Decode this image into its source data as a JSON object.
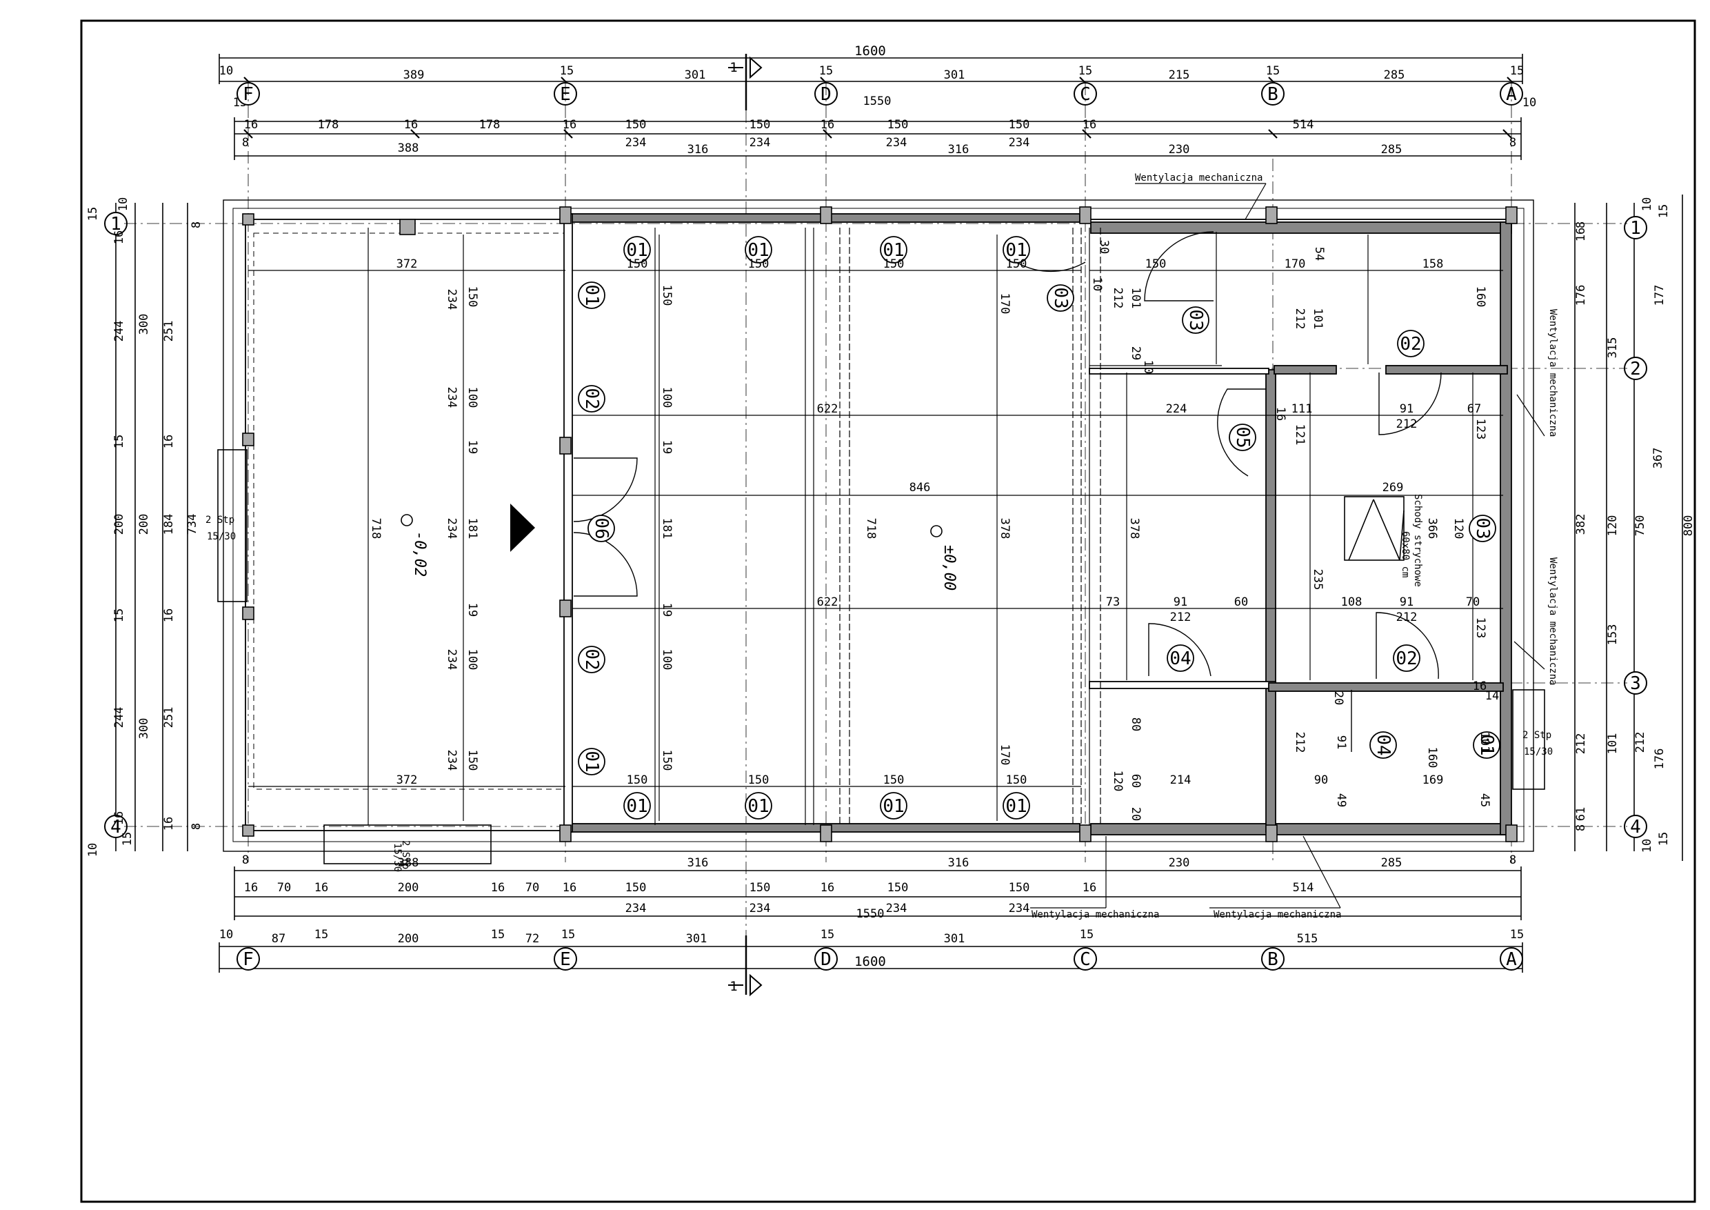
{
  "axes": {
    "letters": [
      "F",
      "E",
      "D",
      "C",
      "B",
      "A"
    ],
    "numbers": [
      "1",
      "2",
      "3",
      "4"
    ]
  },
  "section_marker": "1",
  "top_dims": {
    "overall": "1600",
    "axis_row": [
      "10",
      "389",
      "15",
      "301",
      "15",
      "301",
      "15",
      "215",
      "15",
      "285",
      "15"
    ],
    "edge_small": [
      "15",
      "10"
    ],
    "mid": "1550",
    "row_a": [
      "16",
      "178",
      "16",
      "178",
      "16",
      "150",
      "150",
      "16",
      "150",
      "150",
      "16",
      "514"
    ],
    "row_b": [
      "8",
      "388",
      "234",
      "316",
      "234",
      "234",
      "316",
      "234",
      "230",
      "285",
      "8"
    ]
  },
  "bottom_dims": {
    "row_a": [
      "8",
      "388",
      "316",
      "316",
      "230",
      "285",
      "8"
    ],
    "row_b": [
      "16",
      "70",
      "16",
      "200",
      "16",
      "70",
      "16",
      "150",
      "150",
      "16",
      "150",
      "150",
      "16",
      "514"
    ],
    "row_c": [
      "234",
      "234",
      "234",
      "234"
    ],
    "mid": "1550",
    "axis_row": [
      "10",
      "87",
      "15",
      "200",
      "15",
      "72",
      "15",
      "301",
      "15",
      "301",
      "15",
      "515",
      "15"
    ],
    "overall": "1600"
  },
  "left_dims": {
    "row_a": [
      "10",
      "15",
      "16",
      "244",
      "15",
      "200",
      "15",
      "244",
      "16",
      "15",
      "10"
    ],
    "row_b": [
      "300",
      "200",
      "300"
    ],
    "row_c": [
      "8",
      "251",
      "16",
      "184",
      "16",
      "251",
      "16",
      "8"
    ],
    "total": "734"
  },
  "right_dims": {
    "row_a": [
      "8",
      "16",
      "176",
      "382",
      "212",
      "61",
      "8"
    ],
    "row_b": [
      "315",
      "120",
      "153",
      "101"
    ],
    "row_c": [
      "10",
      "15",
      "177",
      "750",
      "176",
      "15",
      "10"
    ],
    "row_d": [
      "367",
      "212"
    ],
    "total": "800"
  },
  "doors": [
    "01",
    "02",
    "03",
    "04",
    "05",
    "06"
  ],
  "room_dims": {
    "left_hall": [
      "372",
      "234",
      "150",
      "234",
      "100",
      "19",
      "234",
      "181",
      "19",
      "234",
      "100",
      "234",
      "150",
      "372",
      "718"
    ],
    "bays": [
      "150",
      "150",
      "100",
      "19",
      "181",
      "19",
      "100",
      "150",
      "150",
      "622",
      "622",
      "846",
      "718",
      "378",
      "170",
      "170",
      "150",
      "150"
    ],
    "rooms": [
      "30",
      "150",
      "212",
      "101",
      "29",
      "10",
      "170",
      "54",
      "212",
      "101",
      "158",
      "160",
      "224",
      "111",
      "91",
      "67",
      "212",
      "121",
      "123",
      "269",
      "366",
      "120",
      "378",
      "235",
      "73",
      "91",
      "60",
      "108",
      "91",
      "70",
      "212",
      "212",
      "123",
      "80",
      "120",
      "60",
      "20",
      "214",
      "20",
      "212",
      "91",
      "160",
      "90",
      "49",
      "169",
      "101",
      "45",
      "16",
      "14",
      "10",
      "16"
    ]
  },
  "levels": [
    "-0,02",
    "±0,00"
  ],
  "notes": {
    "ventilation": "Wentylacja mechaniczna",
    "stairs": "Schody strychowe",
    "stairs_size": "60x80 cm",
    "steps": "2 Stp",
    "steps_size": "15/30"
  }
}
